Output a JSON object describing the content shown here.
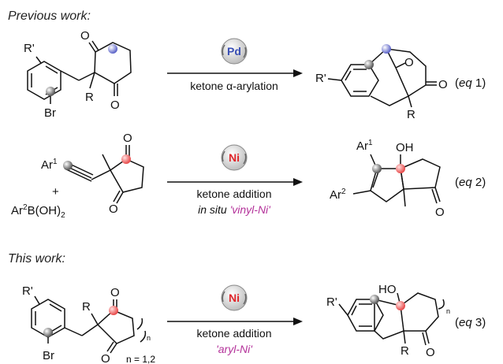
{
  "sections": {
    "previous": "Previous work:",
    "this": "This work:"
  },
  "eq1": {
    "catalyst": "Pd",
    "condition": "ketone α-arylation",
    "label_prefix": "(",
    "label_eq": "eq",
    "label_num": " 1)",
    "sm_rprime": "R'",
    "sm_br": "Br",
    "sm_r": "R",
    "sm_o1": "O",
    "sm_o2": "O",
    "prod_rprime": "R'",
    "prod_o1": "O",
    "prod_o2": "O",
    "prod_r": "R"
  },
  "eq2": {
    "catalyst": "Ni",
    "condition": "ketone addition",
    "condition2_prefix": "in situ ",
    "condition2_highlight": "'vinyl-Ni'",
    "label_prefix": "(",
    "label_eq": "eq",
    "label_num": " 2)",
    "sm_ar": "Ar",
    "sm_ar_sup": "1",
    "plus": "+",
    "boronic_ar": "Ar",
    "boronic_sup": "2",
    "boronic_rest": "B(OH)",
    "boronic_sub": "2",
    "sm_o1": "O",
    "sm_o2": "O",
    "prod_ar1": "Ar",
    "prod_ar1_sup": "1",
    "prod_ar2": "Ar",
    "prod_ar2_sup": "2",
    "prod_oh": "OH",
    "prod_o": "O"
  },
  "eq3": {
    "catalyst": "Ni",
    "condition": "ketone addition",
    "condition2": "'aryl-Ni'",
    "label_prefix": "(",
    "label_eq": "eq",
    "label_num": " 3)",
    "sm_rprime": "R'",
    "sm_r": "R",
    "sm_br": "Br",
    "sm_o1": "O",
    "sm_o2": "O",
    "sm_n": "n = 1,2",
    "sm_sub_n": "n",
    "prod_rprime": "R'",
    "prod_ho": "HO",
    "prod_n": "n",
    "prod_r": "R",
    "prod_o": "O"
  },
  "colors": {
    "pd": "#3a4fb4",
    "ni": "#e0262b",
    "highlight_text": "#b4329a",
    "atom_blue": "#7b83d6",
    "atom_red": "#f07a7a",
    "atom_gray": "#7a7a7a"
  }
}
